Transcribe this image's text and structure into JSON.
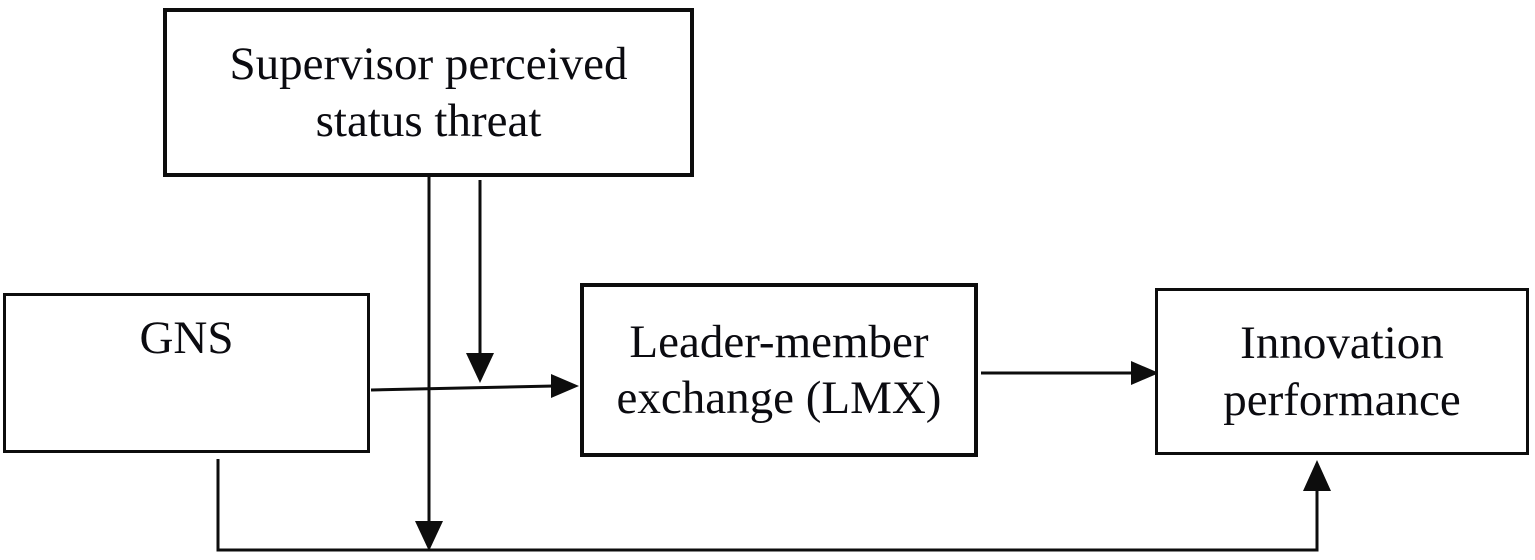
{
  "diagram": {
    "nodes": {
      "supervisor_threat": {
        "label": "Supervisor perceived status threat",
        "lines": [
          "Supervisor perceived",
          "status threat"
        ]
      },
      "gns": {
        "label": "GNS",
        "lines": [
          "GNS"
        ]
      },
      "lmx": {
        "label": "Leader-member exchange (LMX)",
        "lines": [
          "Leader-member",
          "exchange (LMX)"
        ]
      },
      "innovation": {
        "label": "Innovation performance",
        "lines": [
          "Innovation",
          "performance"
        ]
      }
    },
    "edges": [
      {
        "from": "supervisor_threat",
        "to": "gns-innovation-path",
        "type": "moderation",
        "arrow": "down"
      },
      {
        "from": "supervisor_threat",
        "to": "gns-lmx-path",
        "type": "moderation",
        "arrow": "down"
      },
      {
        "from": "gns",
        "to": "lmx",
        "type": "direct",
        "arrow": "right"
      },
      {
        "from": "lmx",
        "to": "innovation",
        "type": "direct",
        "arrow": "right"
      },
      {
        "from": "gns",
        "to": "innovation",
        "type": "direct-bottom-path",
        "arrow": "up"
      }
    ],
    "colors": {
      "line": "#0d0d0d",
      "border": "#0d0d0d",
      "text": "#0b0b10",
      "background": "#ffffff",
      "red_mark": "#ee2020"
    }
  }
}
